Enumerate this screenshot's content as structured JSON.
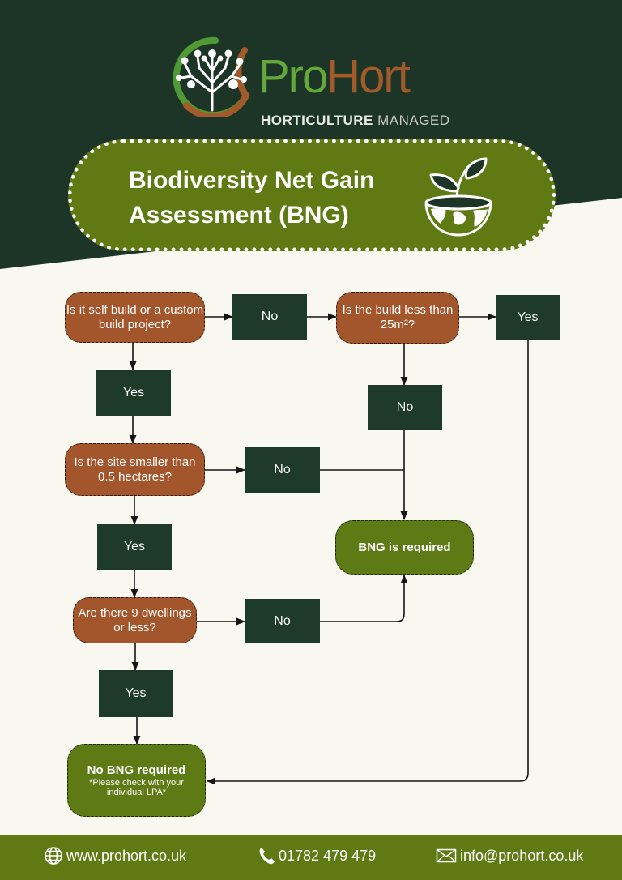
{
  "logo": {
    "pro": "Pro",
    "hort": "Hort",
    "tagline_bold": "HORTICULTURE",
    "tagline_rest": "MANAGED"
  },
  "title": {
    "line1": "Biodiversity Net Gain",
    "line2": "Assessment (BNG)"
  },
  "flow": {
    "q_self_build": "Is it self build or a custom build project?",
    "no_1": "No",
    "q_less_25": "Is the build less than 25m²?",
    "yes_top_right": "Yes",
    "yes_1": "Yes",
    "no_right_col": "No",
    "q_site_small": "Is the site smaller than 0.5 hectares?",
    "no_2": "No",
    "yes_2": "Yes",
    "bng_required": "BNG is required",
    "q_dwellings": "Are there 9 dwellings or less?",
    "no_3": "No",
    "yes_3": "Yes",
    "no_bng_title": "No BNG required",
    "no_bng_note": "*Please check with your individual LPA*"
  },
  "footer": {
    "website": "www.prohort.co.uk",
    "phone": "01782 479 479",
    "email": "info@prohort.co.uk"
  },
  "colors": {
    "dark_green": "#1e3a28",
    "olive_green": "#5f7a12",
    "brown": "#a3552b",
    "cream": "#f8f7f0"
  },
  "icons": [
    "tree-logo-icon",
    "globe-plant-icon",
    "globe-web-icon",
    "phone-icon",
    "mail-icon"
  ]
}
